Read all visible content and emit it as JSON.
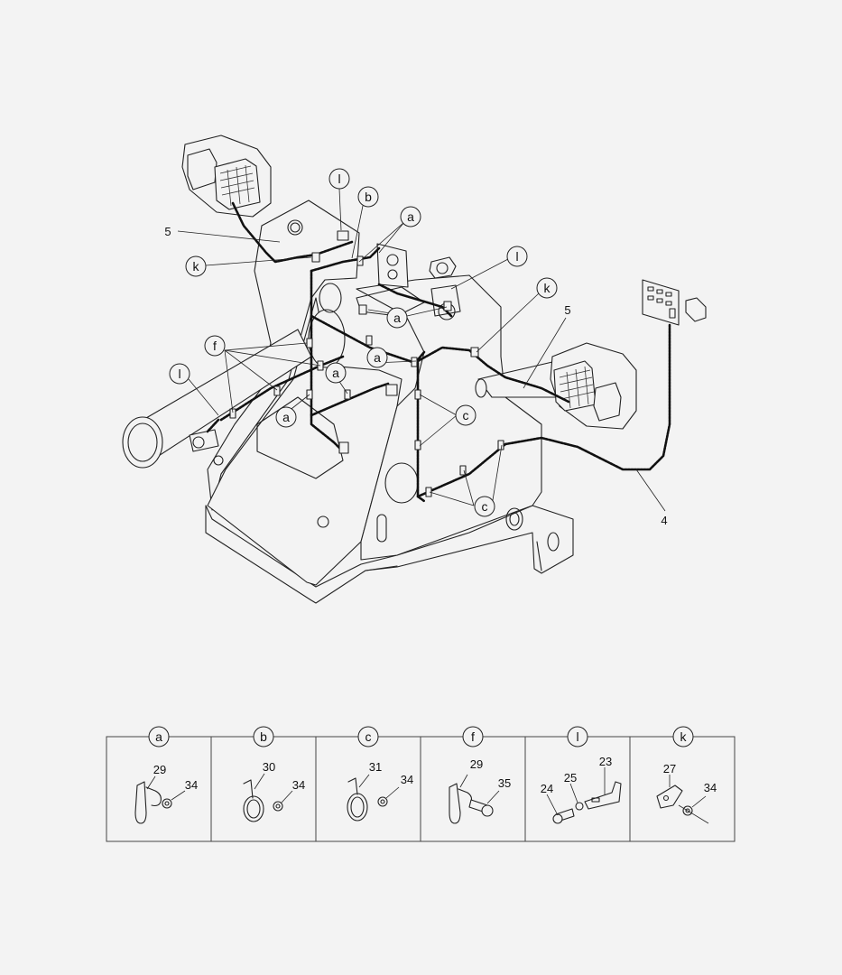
{
  "callouts": {
    "a": "a",
    "b": "b",
    "c": "c",
    "f": "f",
    "k": "k",
    "l": "l",
    "num4": "4",
    "num5": "5"
  },
  "legend": [
    {
      "letter": "a",
      "parts": [
        "29",
        "34"
      ]
    },
    {
      "letter": "b",
      "parts": [
        "30",
        "34"
      ]
    },
    {
      "letter": "c",
      "parts": [
        "31",
        "34"
      ]
    },
    {
      "letter": "f",
      "parts": [
        "29",
        "35"
      ]
    },
    {
      "letter": "l",
      "parts": [
        "24",
        "25",
        "23"
      ]
    },
    {
      "letter": "k",
      "parts": [
        "27",
        "34"
      ]
    }
  ]
}
